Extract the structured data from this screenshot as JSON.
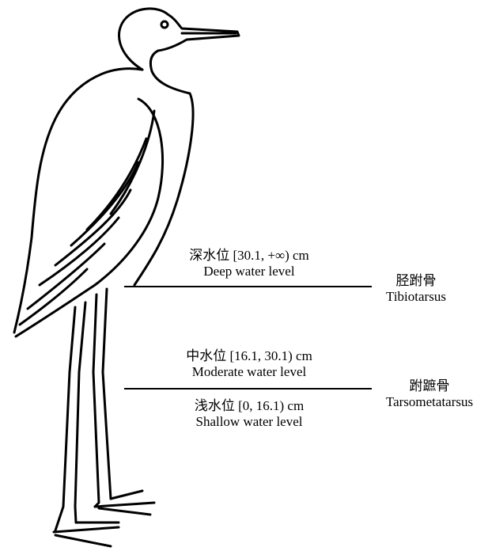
{
  "levels": {
    "deep": {
      "zh": "深水位 [30.1, +∞) cm",
      "en": "Deep water level"
    },
    "moderate": {
      "zh": "中水位 [16.1, 30.1) cm",
      "en": "Moderate water level"
    },
    "shallow": {
      "zh": "浅水位 [0, 16.1) cm",
      "en": "Shallow water level"
    }
  },
  "bones": {
    "tibiotarsus": {
      "zh": "胫跗骨",
      "en": "Tibiotarsus"
    },
    "tarsometatarsus": {
      "zh": "跗蹠骨",
      "en": "Tarsometatarsus"
    }
  }
}
